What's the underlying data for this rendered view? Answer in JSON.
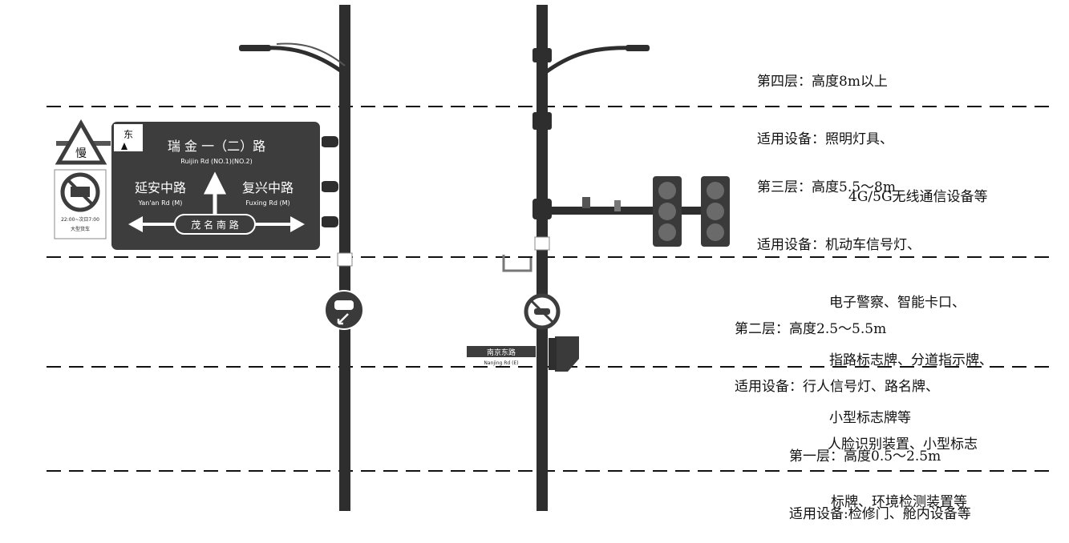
{
  "layers": [
    {
      "id": "layer-4",
      "title": "第四层：高度8m以上",
      "lines": [
        "适用设备：照明灯具、",
        "4G/5G无线通信设备等"
      ]
    },
    {
      "id": "layer-3",
      "title": "第三层：高度5.5～8m",
      "lines": [
        "适用设备：机动车信号灯、",
        "电子警察、智能卡口、",
        "指路标志牌、分道指示牌、",
        "小型标志牌等"
      ]
    },
    {
      "id": "layer-2",
      "title": "第二层：高度2.5～5.5m",
      "lines": [
        "适用设备：行人信号灯、路名牌、",
        "人脸识别装置、小型标志",
        "标牌、环境检测装置等"
      ]
    },
    {
      "id": "layer-1",
      "title": "第一层：高度0.5～2.5m",
      "lines": [
        "适用设备:检修门、舱内设备等"
      ]
    }
  ],
  "guide_sign": {
    "direction": "东",
    "north_road": "瑞 金 一（二）路",
    "north_road_en": "Ruijin Rd (NO.1)(NO.2)",
    "west_road": "延安中路",
    "west_road_en": "Yan'an Rd (M)",
    "east_road": "复兴中路",
    "east_road_en": "Fuxing Rd (M)",
    "current_road": "茂 名 南 路"
  },
  "warning_sign": {
    "text": "慢"
  },
  "truck_sign": {
    "caption_time": "22:00~次日7:00",
    "caption_label": "大型货车"
  },
  "street_name_sign": {
    "text": "南京东路",
    "text_en": "Nanjing Rd (E)"
  },
  "colors": {
    "sign_bg": "#3d3d3d",
    "pole": "#2e2e2e",
    "dash": "#111111"
  }
}
